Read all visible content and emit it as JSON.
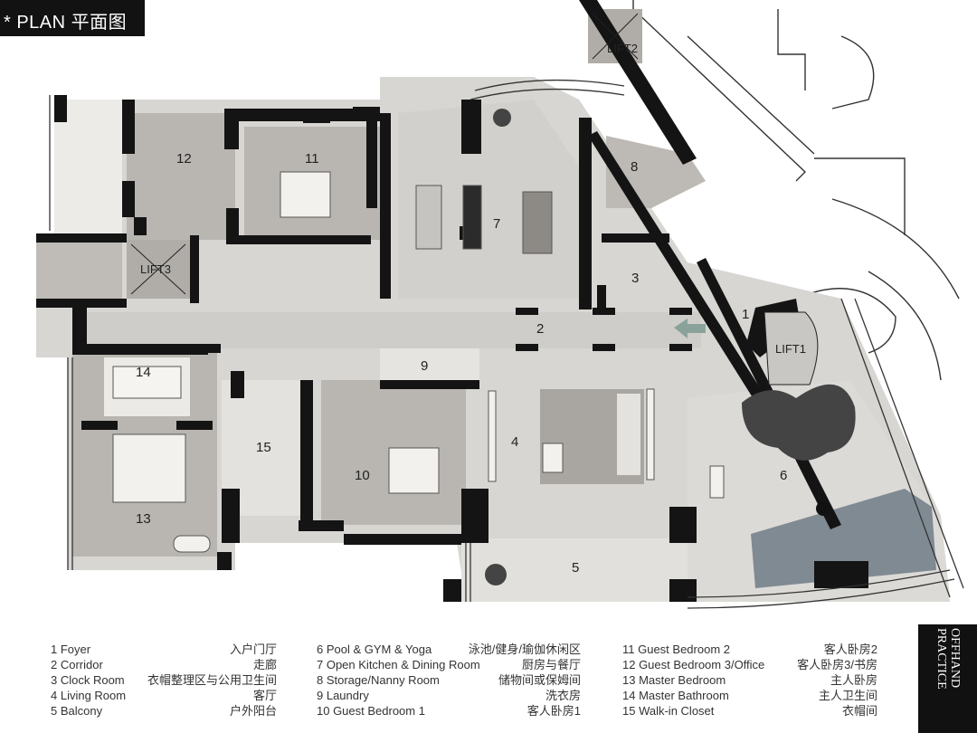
{
  "header": {
    "title": "* PLAN 平面图"
  },
  "rooms": [
    {
      "id": "1",
      "label": "1"
    },
    {
      "id": "2",
      "label": "2"
    },
    {
      "id": "3",
      "label": "3"
    },
    {
      "id": "4",
      "label": "4"
    },
    {
      "id": "5",
      "label": "5"
    },
    {
      "id": "6",
      "label": "6"
    },
    {
      "id": "7",
      "label": "7"
    },
    {
      "id": "8",
      "label": "8"
    },
    {
      "id": "9",
      "label": "9"
    },
    {
      "id": "10",
      "label": "10"
    },
    {
      "id": "11",
      "label": "11"
    },
    {
      "id": "12",
      "label": "12"
    },
    {
      "id": "13",
      "label": "13"
    },
    {
      "id": "14",
      "label": "14"
    },
    {
      "id": "15",
      "label": "15"
    }
  ],
  "lifts": [
    {
      "label": "LIFT1"
    },
    {
      "label": "LIFT2"
    },
    {
      "label": "LIFT3"
    }
  ],
  "legend": {
    "col1": [
      {
        "en": "1 Foyer",
        "zh": "入户门厅"
      },
      {
        "en": "2 Corridor",
        "zh": "走廊"
      },
      {
        "en": "3 Clock Room",
        "zh": "衣帽整理区与公用卫生间"
      },
      {
        "en": "4 Living Room",
        "zh": "客厅"
      },
      {
        "en": "5 Balcony",
        "zh": "户外阳台"
      }
    ],
    "col2": [
      {
        "en": "6  Pool & GYM & Yoga",
        "zh": "泳池/健身/瑜伽休闲区"
      },
      {
        "en": "7  Open Kitchen & Dining Room",
        "zh": "厨房与餐厅"
      },
      {
        "en": "8  Storage/Nanny Room",
        "zh": "储物间或保姆间"
      },
      {
        "en": "9  Laundry",
        "zh": "洗衣房"
      },
      {
        "en": "10 Guest Bedroom 1",
        "zh": "客人卧房1"
      }
    ],
    "col3": [
      {
        "en": "11 Guest Bedroom 2",
        "zh": "客人卧房2"
      },
      {
        "en": "12 Guest Bedroom 3/Office",
        "zh": "客人卧房3/书房"
      },
      {
        "en": "13 Master Bedroom",
        "zh": "主人卧房"
      },
      {
        "en": "14 Master Bathroom",
        "zh": "主人卫生间"
      },
      {
        "en": "15 Walk-in Closet",
        "zh": "衣帽间"
      }
    ]
  },
  "brand": {
    "line1": "OFFHAND",
    "line2": "PRACTICE"
  },
  "colors": {
    "floor": "#d8d6d2",
    "room_grey": "#b9b6b1",
    "wall": "#141414",
    "pool": "#7f8a92"
  }
}
